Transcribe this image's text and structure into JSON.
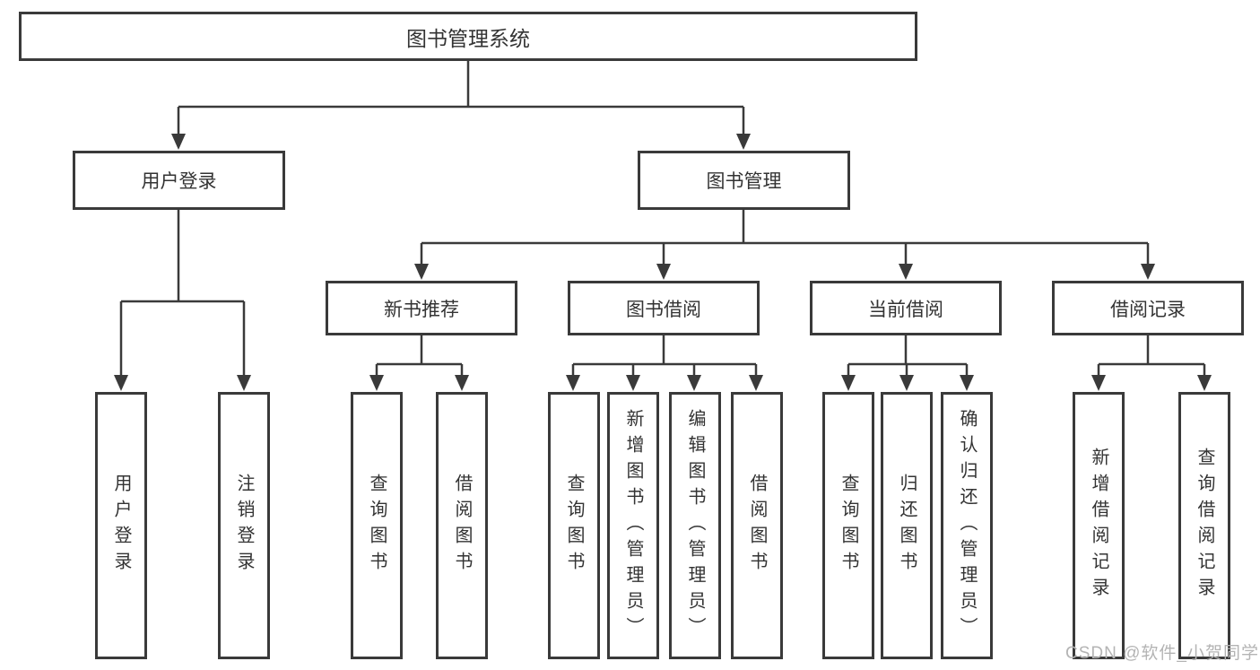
{
  "diagram": {
    "title": "图书管理系统",
    "nodes": {
      "root": {
        "label": "图书管理系统"
      },
      "user_login": {
        "label": "用户登录"
      },
      "book_management": {
        "label": "图书管理"
      },
      "new_book_recommend": {
        "label": "新书推荐"
      },
      "book_borrow": {
        "label": "图书借阅"
      },
      "current_borrow": {
        "label": "当前借阅"
      },
      "borrow_records": {
        "label": "借阅记录"
      },
      "leaves": [
        {
          "label": "用户登录"
        },
        {
          "label": "注销登录"
        },
        {
          "label": "查询图书"
        },
        {
          "label": "借阅图书"
        },
        {
          "label": "查询图书"
        },
        {
          "label": "新增图书（管理员）"
        },
        {
          "label": "编辑图书（管理员）"
        },
        {
          "label": "借阅图书"
        },
        {
          "label": "查询图书"
        },
        {
          "label": "归还图书"
        },
        {
          "label": "确认归还（管理员）"
        },
        {
          "label": "新增借阅记录"
        },
        {
          "label": "查询借阅记录"
        }
      ]
    }
  },
  "watermark": {
    "text": "CSDN @软件_小贺同学"
  },
  "colors": {
    "line": "#3a3a3a",
    "text": "#333333",
    "box_background": "#ffffff",
    "page_background": "#ffffff",
    "watermark": "#b4b4b4"
  }
}
